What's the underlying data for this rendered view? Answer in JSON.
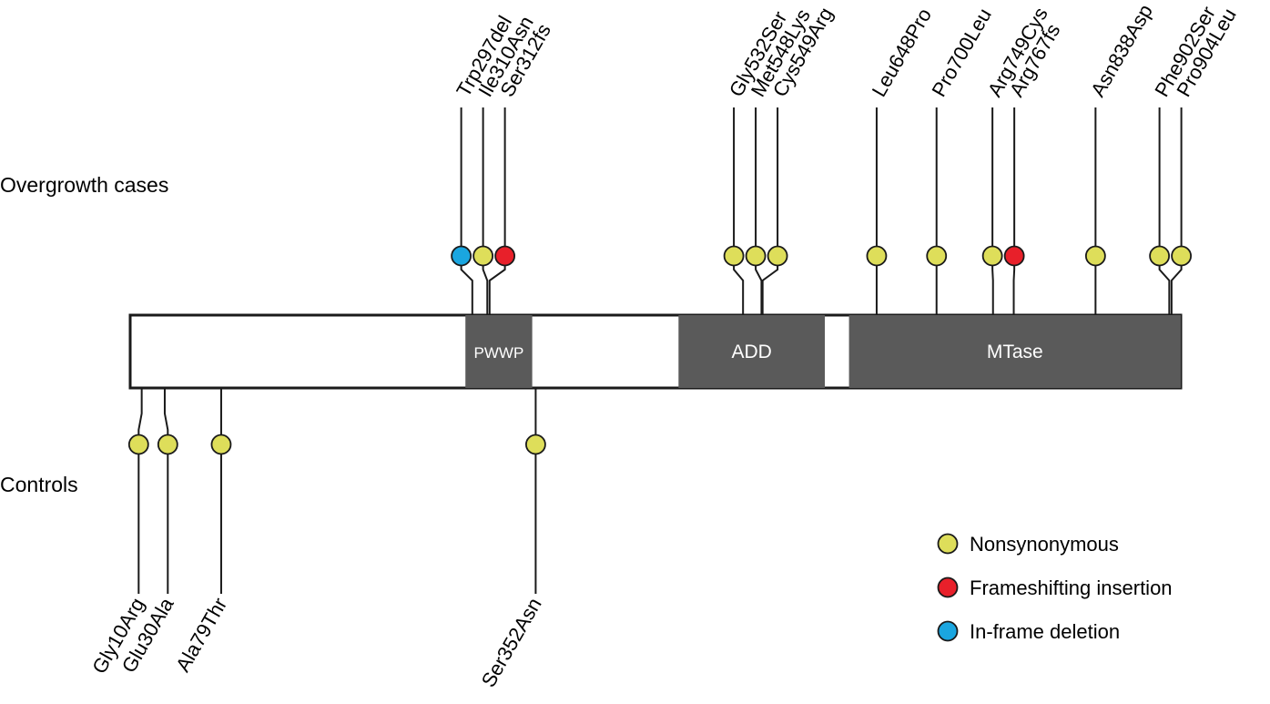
{
  "rows": {
    "cases_label": "Overgrowth cases",
    "controls_label": "Controls"
  },
  "protein": {
    "length": 912,
    "domains": [
      {
        "name": "PWWP",
        "start": 291,
        "end": 349
      },
      {
        "name": "ADD",
        "start": 476,
        "end": 603
      },
      {
        "name": "MTase",
        "start": 624,
        "end": 912
      }
    ]
  },
  "colors": {
    "Nonsynonymous": "#dede5a",
    "Frameshifting insertion": "#e8202a",
    "In-frame deletion": "#1aa6e0",
    "domain_fill": "#5a5a5a",
    "protein_border": "#1a1a1a"
  },
  "cases": [
    {
      "label": "Trp297del",
      "position": 297,
      "type": "In-frame deletion"
    },
    {
      "label": "Ile310Asn",
      "position": 310,
      "type": "Nonsynonymous"
    },
    {
      "label": "Ser312fs",
      "position": 312,
      "type": "Frameshifting insertion"
    },
    {
      "label": "Gly532Ser",
      "position": 532,
      "type": "Nonsynonymous"
    },
    {
      "label": "Met548Lys",
      "position": 548,
      "type": "Nonsynonymous"
    },
    {
      "label": "Cys549Arg",
      "position": 549,
      "type": "Nonsynonymous"
    },
    {
      "label": "Leu648Pro",
      "position": 648,
      "type": "Nonsynonymous"
    },
    {
      "label": "Pro700Leu",
      "position": 700,
      "type": "Nonsynonymous"
    },
    {
      "label": "Arg749Cys",
      "position": 749,
      "type": "Nonsynonymous"
    },
    {
      "label": "Arg767fs",
      "position": 767,
      "type": "Frameshifting insertion"
    },
    {
      "label": "Asn838Asp",
      "position": 838,
      "type": "Nonsynonymous"
    },
    {
      "label": "Phe902Ser",
      "position": 902,
      "type": "Nonsynonymous"
    },
    {
      "label": "Pro904Leu",
      "position": 904,
      "type": "Nonsynonymous"
    }
  ],
  "controls": [
    {
      "label": "Gly10Arg",
      "position": 10,
      "type": "Nonsynonymous"
    },
    {
      "label": "Glu30Ala",
      "position": 30,
      "type": "Nonsynonymous"
    },
    {
      "label": "Ala79Thr",
      "position": 79,
      "type": "Nonsynonymous"
    },
    {
      "label": "Ser352Asn",
      "position": 352,
      "type": "Nonsynonymous"
    }
  ],
  "legend": [
    {
      "label": "Nonsynonymous",
      "type": "Nonsynonymous"
    },
    {
      "label": "Frameshifting insertion",
      "type": "Frameshifting insertion"
    },
    {
      "label": "In-frame deletion",
      "type": "In-frame deletion"
    }
  ]
}
